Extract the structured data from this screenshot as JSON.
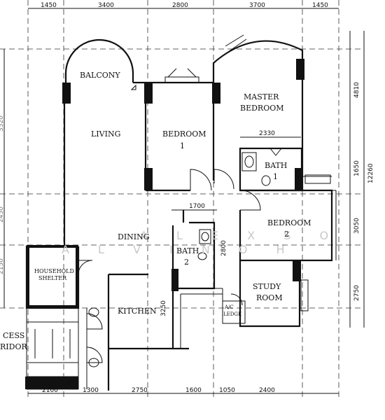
{
  "rooms": {
    "balcony": "BALCONY",
    "living": "LIVING",
    "bedroom1_a": "BEDROOM",
    "bedroom1_b": "1",
    "master_a": "MASTER",
    "master_b": "BEDROOM",
    "bath1_a": "BATH",
    "bath1_b": "1",
    "bedroom2_a": "BEDROOM",
    "bedroom2_b": "2",
    "dining": "DINING",
    "bath2_a": "BATH",
    "bath2_b": "2",
    "study_a": "STUDY",
    "study_b": "ROOM",
    "kitchen": "KITCHEN",
    "shelter_a": "HOUSEHOLD",
    "shelter_b": "SHELTER",
    "ledge_a": "A/C",
    "ledge_b": "LEDGE",
    "corridor_a": "CESS",
    "corridor_b": "RIDOR"
  },
  "dims_top": [
    "1450",
    "3400",
    "2800",
    "3700",
    "1450"
  ],
  "dims_bottom": [
    "2100",
    "1300",
    "2750",
    "1600",
    "1050",
    "2400"
  ],
  "dims_right": [
    "4810",
    "1650",
    "12260",
    "3050",
    "2750"
  ],
  "dims_left": [
    "3520",
    "2450",
    "2150"
  ],
  "dims_inner": {
    "d2330": "2330",
    "d1700": "1700",
    "d2800": "2800",
    "d3250": "3250"
  },
  "watermark": {
    "line1": "A L E X S O",
    "line2": "A L V I N O H"
  }
}
